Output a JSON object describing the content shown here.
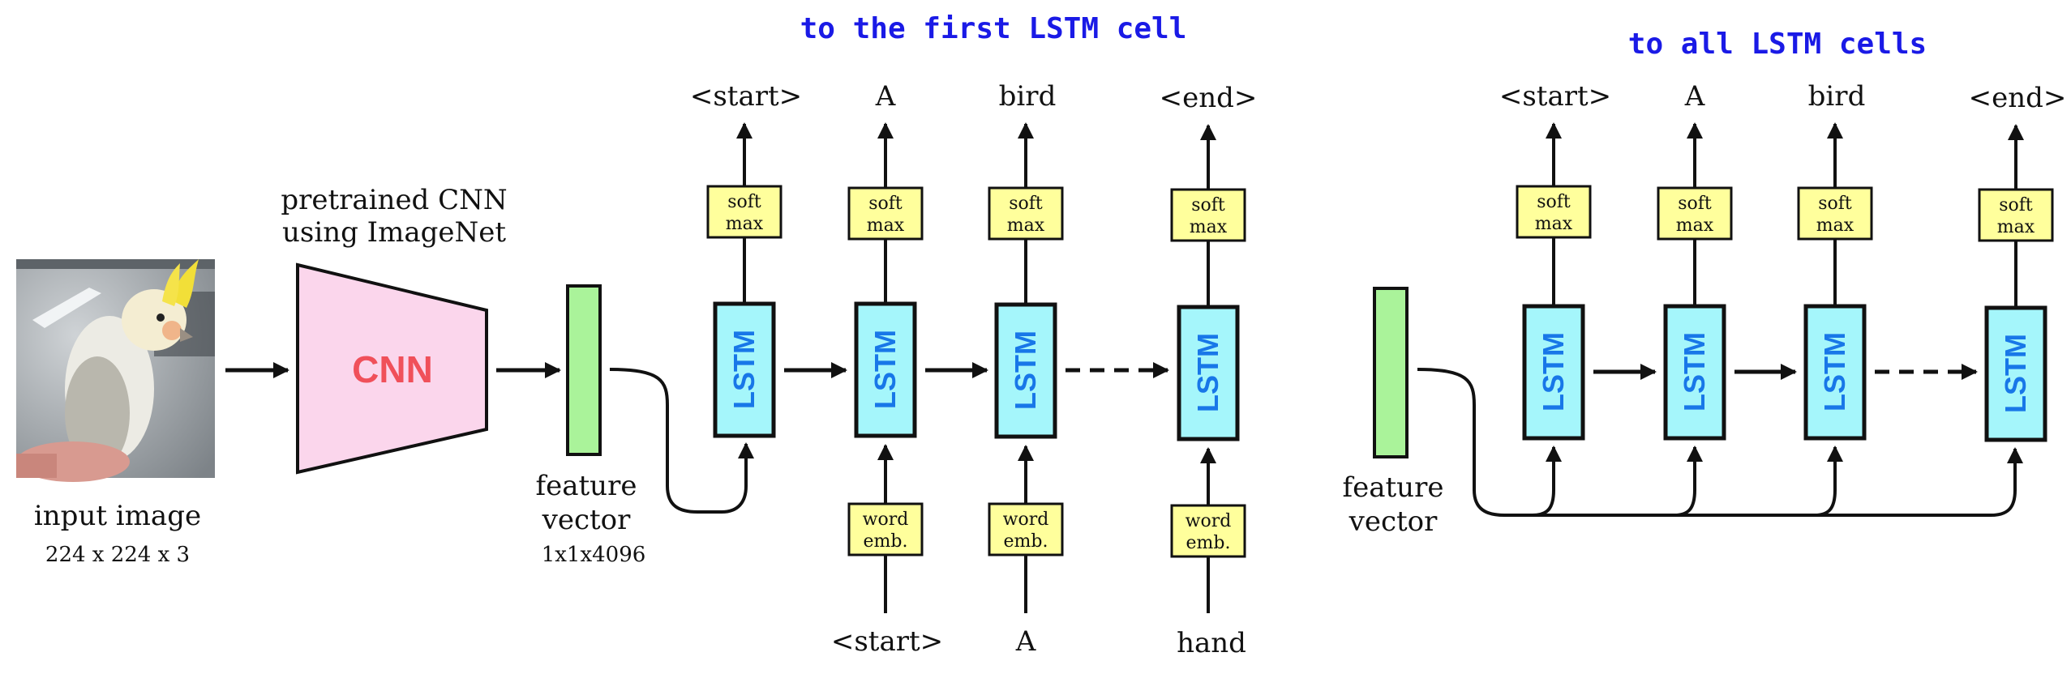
{
  "colors": {
    "heading": "#1a1ae6",
    "cnn_fill": "#fbd6ec",
    "cnn_text": "#f0505a",
    "feature_fill": "#aaf39a",
    "lstm_fill": "#a5f6fb",
    "lstm_text": "#1877e8",
    "box_fill": "#ffff9c",
    "stroke": "#111111"
  },
  "left": {
    "heading": "to the first LSTM cell",
    "input_image": {
      "label": "input image",
      "size": "224 x 224 x 3"
    },
    "cnn": {
      "title_line1": "pretrained CNN",
      "title_line2": "using ImageNet",
      "label": "CNN"
    },
    "feature": {
      "label_line1": "feature",
      "label_line2": "vector",
      "size": "1x1x4096"
    },
    "lstm_label": "LSTM",
    "softmax": {
      "line1": "soft",
      "line2": "max"
    },
    "word_emb": {
      "line1": "word",
      "line2": "emb."
    },
    "outputs": [
      "<start>",
      "A",
      "bird",
      "<end>"
    ],
    "inputs": [
      "<start>",
      "A",
      "hand"
    ]
  },
  "right": {
    "heading": "to all LSTM cells",
    "feature": {
      "label_line1": "feature",
      "label_line2": "vector"
    },
    "lstm_label": "LSTM",
    "softmax": {
      "line1": "soft",
      "line2": "max"
    },
    "outputs": [
      "<start>",
      "A",
      "bird",
      "<end>"
    ]
  },
  "icons": [
    "cockatiel-photo",
    "arrow-icon",
    "dashed-arrow-icon"
  ]
}
